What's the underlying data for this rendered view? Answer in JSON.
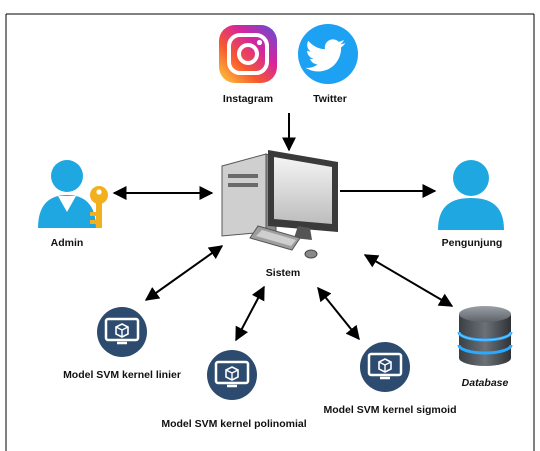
{
  "nodes": {
    "instagram": {
      "label": "Instagram",
      "icon": "instagram-icon"
    },
    "twitter": {
      "label": "Twitter",
      "icon": "twitter-bird-icon"
    },
    "admin": {
      "label": "Admin",
      "icon": "admin-user-key-icon"
    },
    "sistem": {
      "label": "Sistem",
      "icon": "desktop-computer-icon"
    },
    "pengunjung": {
      "label": "Pengunjung",
      "icon": "user-icon"
    },
    "svm_linier": {
      "label": "Model SVM kernel linier",
      "icon": "monitor-cube-icon"
    },
    "svm_polinomial": {
      "label": "Model SVM kernel polinomial",
      "icon": "monitor-cube-icon"
    },
    "svm_sigmoid": {
      "label": "Model SVM kernel sigmoid",
      "icon": "monitor-cube-icon"
    },
    "database": {
      "label": "Database",
      "icon": "database-icon"
    }
  },
  "colors": {
    "user_blue": "#1fa7e1",
    "model_navy": "#2c4b6e",
    "twitter_blue": "#1da1f2",
    "key_gold": "#f2b01e",
    "arrow": "#000000"
  }
}
